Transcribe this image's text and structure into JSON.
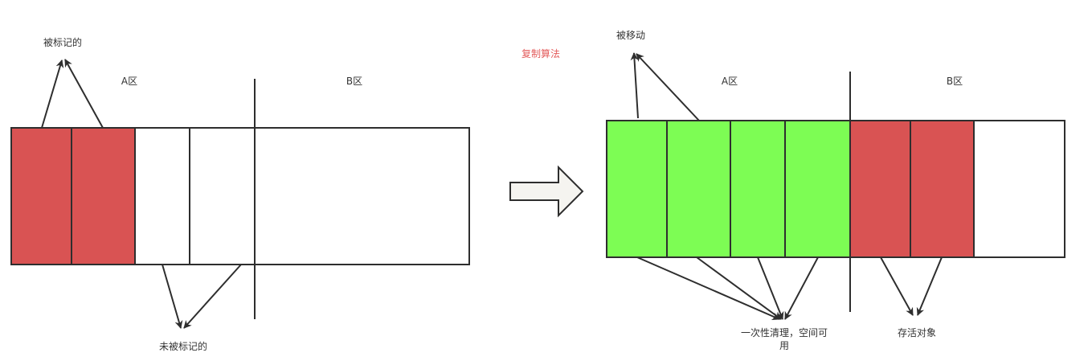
{
  "title": "复制算法",
  "colors": {
    "marked": "#d95353",
    "moved": "#7dfd54",
    "empty": "#ffffff",
    "stroke": "#2e2e2e",
    "title": "#e35b5b",
    "text": "#333333",
    "arrow_fill": "#f5f4f0"
  },
  "before": {
    "zone_a_label": "A区",
    "zone_b_label": "B区",
    "marked_label": "被标记的",
    "unmarked_label": "未被标记的",
    "cells": [
      "marked",
      "marked",
      "empty",
      "empty"
    ]
  },
  "after": {
    "zone_a_label": "A区",
    "zone_b_label": "B区",
    "moved_label": "被移动",
    "cleared_label_line1": "一次性清理，空间可",
    "cleared_label_line2": "用",
    "survivor_label": "存活对象",
    "cells": [
      "moved",
      "moved",
      "moved",
      "moved",
      "marked",
      "marked"
    ]
  },
  "transition_icon": "right-arrow-icon"
}
